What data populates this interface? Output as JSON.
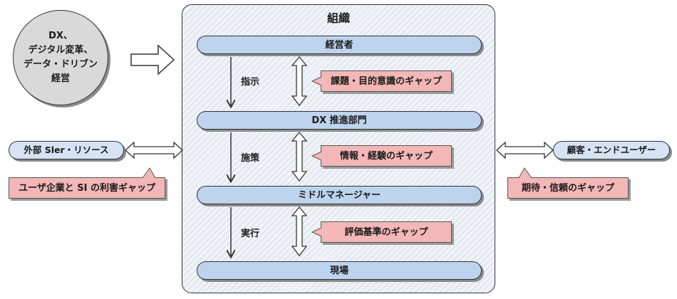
{
  "circle": {
    "lines": [
      "DX、",
      "デジタル変革、",
      "データ・ドリブン",
      "経営"
    ]
  },
  "org": {
    "title": "組織",
    "levels": [
      "経営者",
      "DX 推進部門",
      "ミドルマネージャー",
      "現場"
    ],
    "flows": [
      "指示",
      "施策",
      "実行"
    ],
    "gaps": [
      "課題・目的意識のギャップ",
      "情報・経験のギャップ",
      "評価基準のギャップ"
    ]
  },
  "left": {
    "pill": "外部 Sler・リソース",
    "callout": "ユーザ企業と SI の利害ギャップ"
  },
  "right": {
    "pill": "顧客・エンドユーザー",
    "callout": "期待・信頼のギャップ"
  },
  "colors": {
    "bar_fill": "#bed3ee",
    "gap_fill": "#f3b7b7",
    "circle_fill": "#d9d9d9",
    "pill_fill": "#d5e3f5"
  }
}
